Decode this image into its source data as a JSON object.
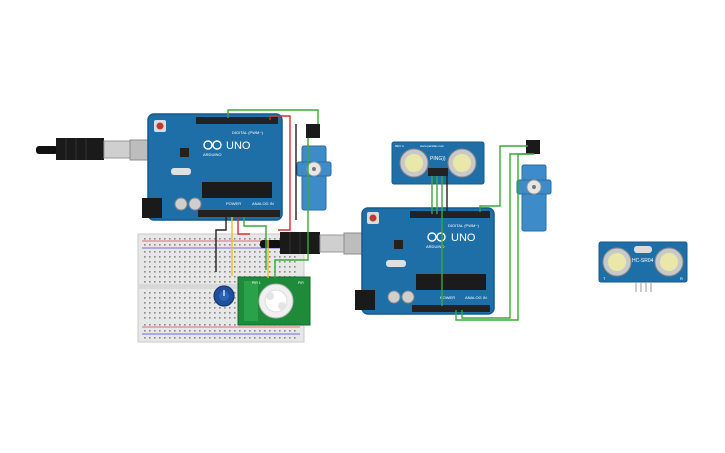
{
  "arduino_left": {
    "brand": "ARDUINO",
    "model": "UNO",
    "digital_label": "DIGITAL (PWM~)",
    "power_label": "POWER",
    "analog_label": "ANALOG IN"
  },
  "arduino_right": {
    "brand": "ARDUINO",
    "model": "UNO",
    "digital_label": "DIGITAL (PWM~)",
    "power_label": "POWER",
    "analog_label": "ANALOG IN"
  },
  "ultrasonic_top": {
    "title": "PING))",
    "site": "www.parallax.com",
    "rev": "REV A"
  },
  "ultrasonic_right": {
    "title": "HC-SR04",
    "pin_left": "T",
    "pin_right": "R"
  },
  "pir_sensor": {
    "label_left": "PIR 1",
    "label_right": "PIR"
  },
  "colors": {
    "board": "#1e6fa8",
    "board_dark": "#155a8a",
    "wire_green": "#3aa93a",
    "wire_red": "#d23030",
    "wire_black": "#222222",
    "wire_yellow": "#e8c21a",
    "servo": "#3d8bc9",
    "pir_board": "#1f8a3a"
  }
}
